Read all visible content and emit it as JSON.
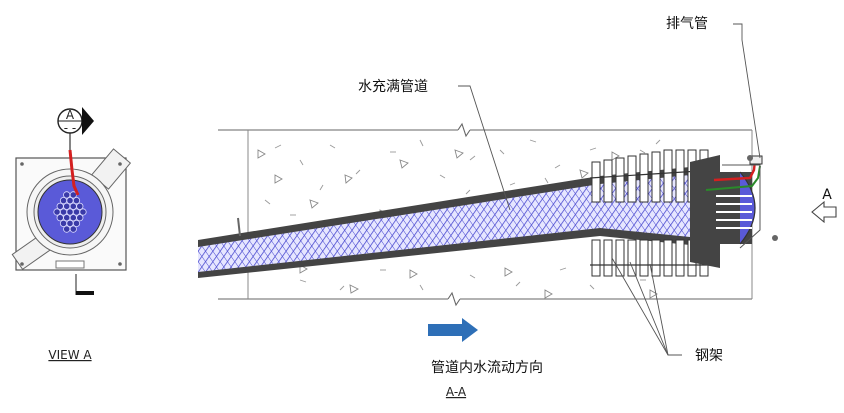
{
  "labels": {
    "vent_pipe": "排气管",
    "pipe_full_of_water": "水充满管道",
    "flow_direction": "管道内水流动方向",
    "steel_frame": "钢架",
    "section_letter": "A",
    "section_letter_marker": "A",
    "section_marker_dash": "- -",
    "view_a": "VIEW A",
    "section_aa": "A-A"
  },
  "colors": {
    "duct_fill": "#5a5ad8",
    "duct_hatch": "#c8c8ff",
    "flow_arrow": "#2e6fb7",
    "vent_red": "#d42020",
    "vent_green": "#2a8a2a",
    "concrete_outline": "#555555",
    "steel": "#333333"
  }
}
